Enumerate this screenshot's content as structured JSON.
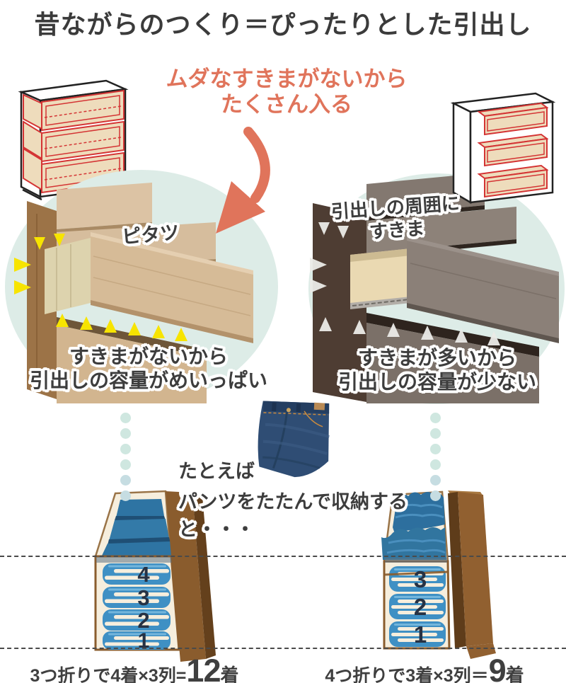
{
  "title": "昔ながらのつくり＝ぴったりとした引出し",
  "callout": {
    "line1": "ムダなすきまがないから",
    "line2": "たくさん入る"
  },
  "left_example": {
    "sticker": "ピタツ",
    "caption_line1": "すきまがないから",
    "caption_line2": "引出しの容量がめいっぱい"
  },
  "right_example": {
    "gap_label_line1": "引出しの周囲に",
    "gap_label_line2": "すきま",
    "caption_line1": "すきまが多いから",
    "caption_line2": "引出しの容量が少ない"
  },
  "pants_note": {
    "line1": "たとえば",
    "line2": "パンツをたたんで収納すると・・・"
  },
  "left_result": {
    "formula": "3つ折りで4着×3列=",
    "count": "12",
    "unit": "着",
    "stack": [
      "4",
      "3",
      "2",
      "1"
    ]
  },
  "right_result": {
    "formula": "4つ折りで3着×3列＝",
    "count": "9",
    "unit": "着",
    "stack": [
      "3",
      "2",
      "1"
    ]
  },
  "colors": {
    "accent_orange": "#e0745b",
    "highlight_yellow": "#f7e400",
    "circle_teal": "#ddece7",
    "denim_blue": "#3f90c4",
    "wood_brown": "#8a5c2d",
    "text_dark": "#3b3b3b"
  }
}
